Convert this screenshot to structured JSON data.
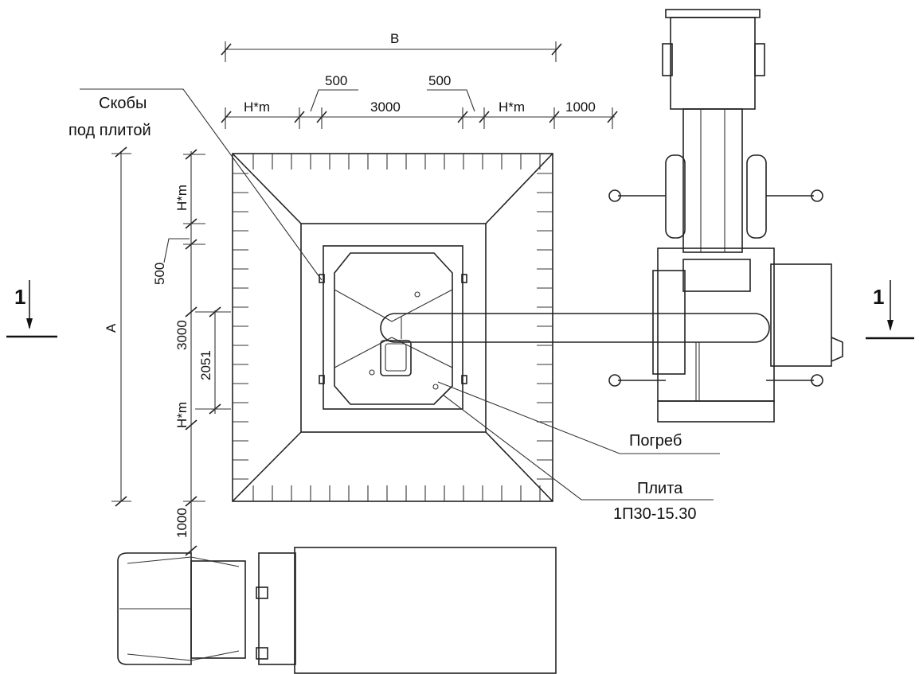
{
  "dimensions": {
    "overall_width": "B",
    "overall_length": "A",
    "offset_left": "H*m",
    "offset_right": "H*m",
    "step_left": "500",
    "step_right": "500",
    "pit_width": "3000",
    "truck_clearance": "1000",
    "side_top": "H*m",
    "side_step": "500",
    "pit_length": "3000",
    "slab_width": "2051",
    "side_bottom": "H*m",
    "truck_gap": "1000"
  },
  "labels": {
    "brackets_line1": "Скобы",
    "brackets_line2": "под плитой",
    "cellar": "Погреб",
    "slab_line1": "Плита",
    "slab_line2": "1П30-15.30"
  },
  "section": {
    "left": "1",
    "right": "1"
  }
}
